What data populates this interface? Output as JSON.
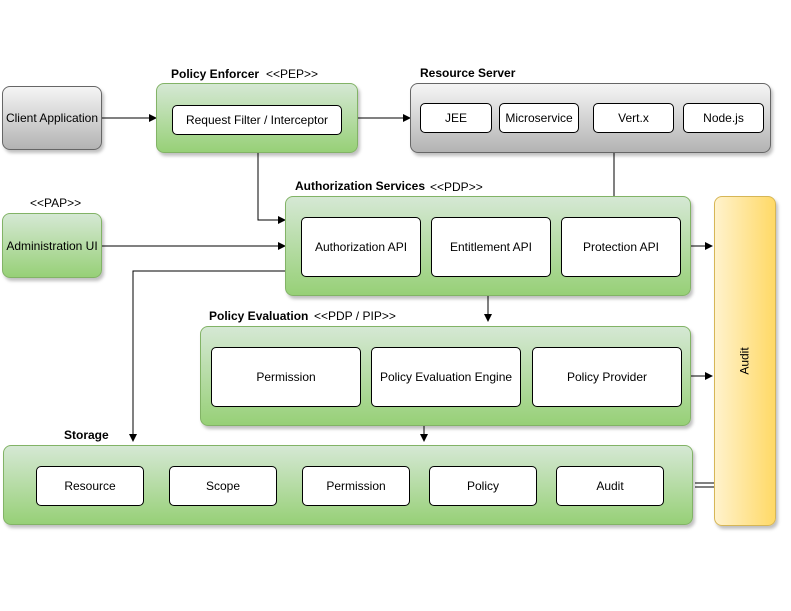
{
  "client": {
    "label": "Client Application"
  },
  "pep": {
    "title": "Policy Enforcer",
    "stereotype": "<<PEP>>",
    "filter": "Request Filter / Interceptor"
  },
  "resource_server": {
    "title": "Resource Server",
    "items": [
      "JEE",
      "Microservice",
      "Vert.x",
      "Node.js"
    ]
  },
  "pap": {
    "stereotype": "<<PAP>>",
    "label": "Administration UI"
  },
  "authz": {
    "title": "Authorization Services",
    "stereotype": "<<PDP>>",
    "items": [
      "Authorization API",
      "Entitlement API",
      "Protection API"
    ]
  },
  "policy_eval": {
    "title": "Policy Evaluation",
    "stereotype": "<<PDP / PIP>>",
    "items": [
      "Permission",
      "Policy Evaluation Engine",
      "Policy Provider"
    ]
  },
  "storage": {
    "title": "Storage",
    "items": [
      "Resource",
      "Scope",
      "Permission",
      "Policy",
      "Audit"
    ]
  },
  "audit": {
    "label": "Audit"
  },
  "colors": {
    "green_fill": "#d5e8d4",
    "green_stroke": "#82b366",
    "gray_stroke": "#666666",
    "yellow_fill": "#fff2cc",
    "yellow_stroke": "#d6b656"
  }
}
